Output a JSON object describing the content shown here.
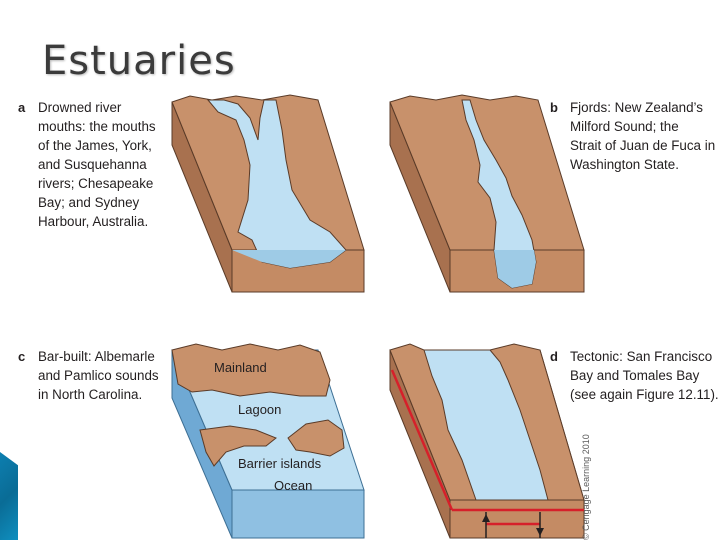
{
  "slide": {
    "title": "Estuaries"
  },
  "panels": {
    "a": {
      "letter": "a",
      "caption": "Drowned river\nmouths: the mouths\nof the James, York,\nand Susquehanna\nrivers; Chesapeake\nBay; and Sydney\nHarbour, Australia."
    },
    "b": {
      "letter": "b",
      "caption": "Fjords: New Zealand’s\nMilford Sound; the\nStrait of Juan de Fuca in\nWashington State."
    },
    "c": {
      "letter": "c",
      "caption": "Bar-built: Albemarle\nand Pamlico sounds\nin North Carolina.",
      "labels": {
        "mainland": "Mainland",
        "lagoon": "Lagoon",
        "barrier_islands": "Barrier islands",
        "ocean": "Ocean"
      }
    },
    "d": {
      "letter": "d",
      "caption": "Tectonic: San Francisco\nBay and Tomales Bay\n(see again Figure 12.11)."
    }
  },
  "credit": "© Cengage Learning 2010",
  "colors": {
    "land": "#c8916b",
    "land_dark": "#a8714f",
    "water": "#bfe0f3",
    "water_edge": "#7fb6d6",
    "fault": "#d6202a"
  }
}
